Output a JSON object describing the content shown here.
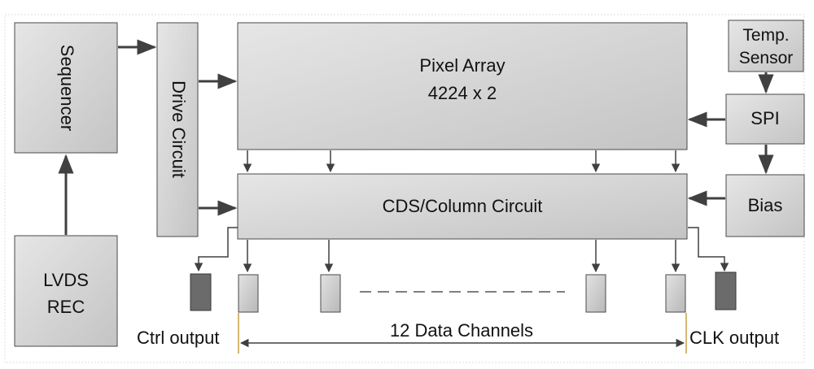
{
  "blocks": {
    "sequencer": "Sequencer",
    "drive_circuit": "Drive Circuit",
    "pixel_array_line1": "Pixel Array",
    "pixel_array_line2": "4224 x 2",
    "cds_column": "CDS/Column Circuit",
    "temp_sensor_line1": "Temp.",
    "temp_sensor_line2": "Sensor",
    "spi": "SPI",
    "bias": "Bias",
    "lvds_line1": "LVDS",
    "lvds_line2": "REC"
  },
  "labels": {
    "ctrl_output": "Ctrl output",
    "clk_output": "CLK output",
    "data_channels": "12 Data Channels"
  },
  "colors": {
    "block_fill_top": "#e4e4e4",
    "block_fill_bottom": "#c6c6c6",
    "block_stroke": "#4a4a4a",
    "dark_output": "#6b6b6b",
    "arrow": "#404040",
    "bracket": "#c8a040"
  }
}
